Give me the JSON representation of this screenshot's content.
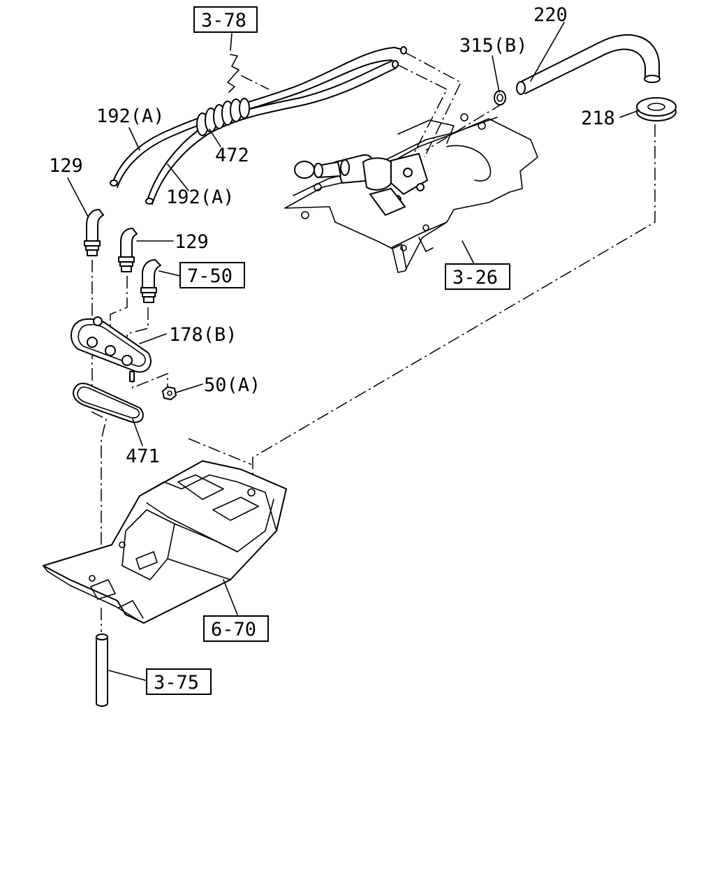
{
  "diagram": {
    "callouts": {
      "c1": "220",
      "c2": "315(B)",
      "c3": "218",
      "c4": "192(A)",
      "c5": "472",
      "c6": "192(A)",
      "c7": "129",
      "c8": "129",
      "c9": "178(B)",
      "c10": "50(A)",
      "c11": "471"
    },
    "references": {
      "r1": "3-78",
      "r2": "7-50",
      "r3": "3-26",
      "r4": "6-70",
      "r5": "3-75"
    }
  }
}
